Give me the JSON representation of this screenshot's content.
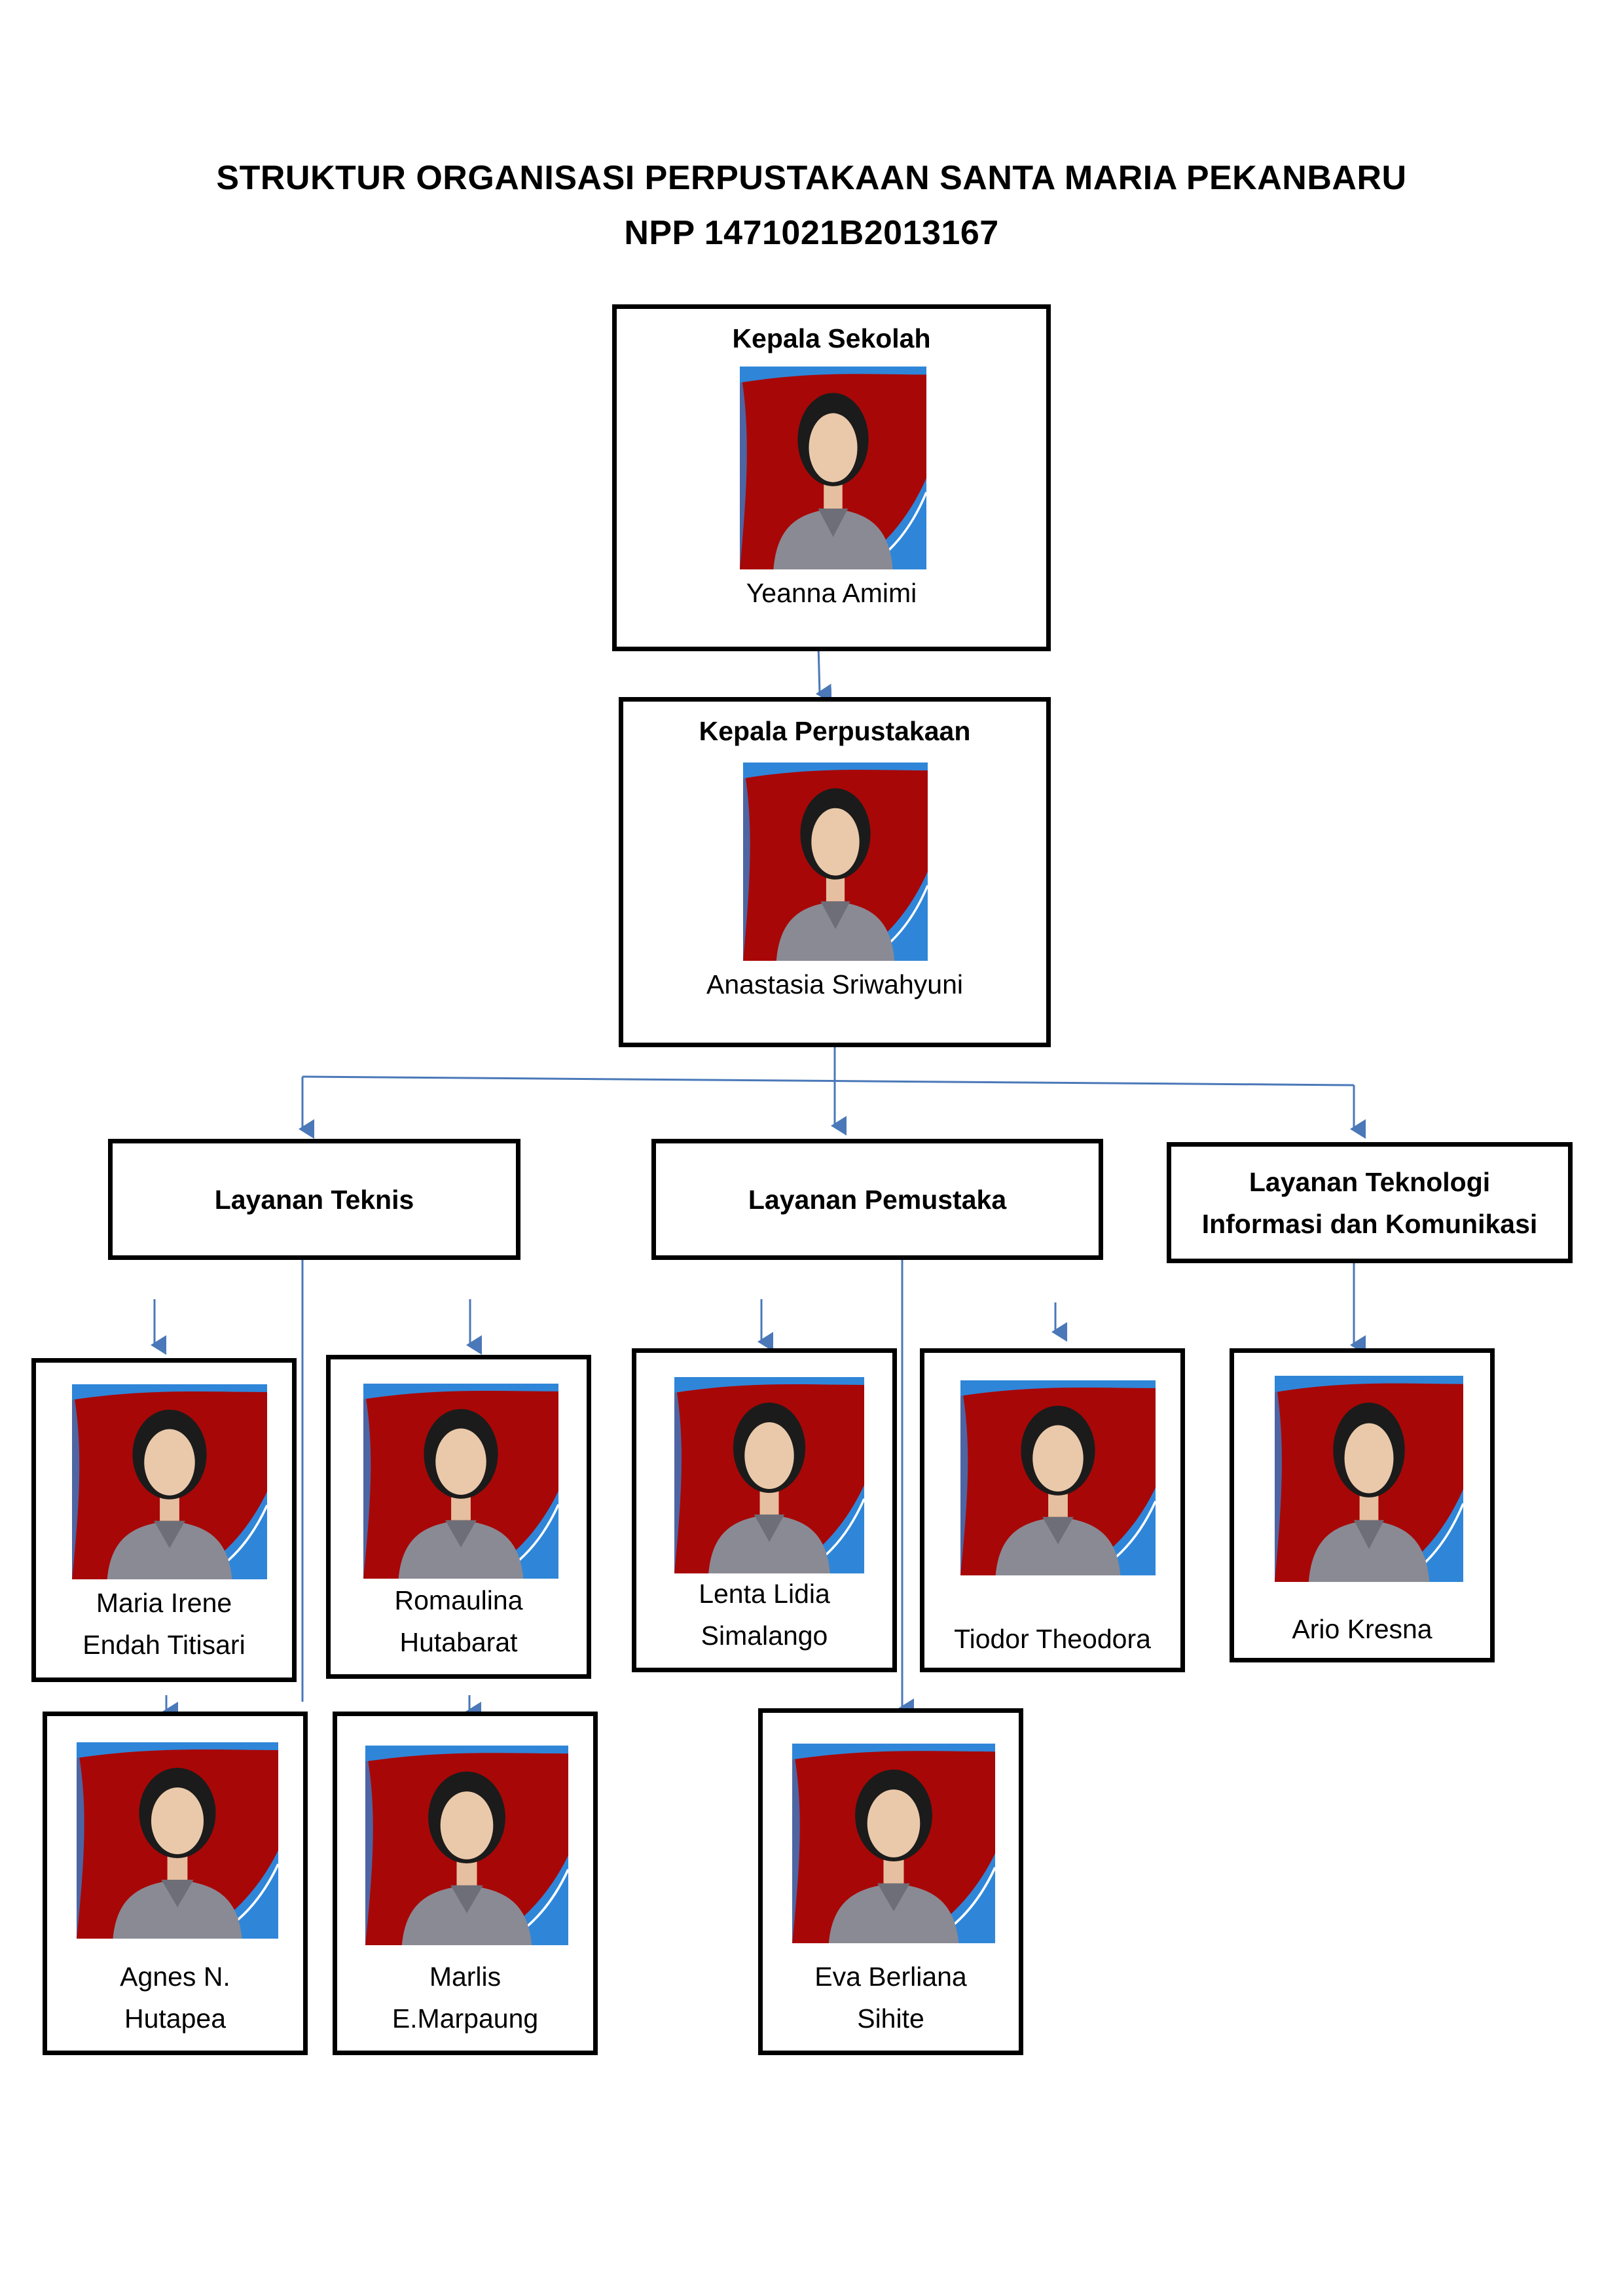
{
  "title": {
    "line1": "STRUKTUR ORGANISASI PERPUSTAKAAN SANTA MARIA PEKANBARU",
    "line2": "NPP 1471021B2013167"
  },
  "kepala_sekolah": {
    "label": "Kepala Sekolah",
    "name": "Yeanna Amimi"
  },
  "kepala_perpustakaan": {
    "label": "Kepala Perpustakaan",
    "name": "Anastasia Sriwahyuni"
  },
  "departments": {
    "teknis": "Layanan Teknis",
    "pemustaka": "Layanan Pemustaka",
    "tik_line1": "Layanan Teknologi",
    "tik_line2": "Informasi dan Komunikasi"
  },
  "staff": {
    "maria": {
      "line1": "Maria Irene",
      "line2": "Endah Titisari"
    },
    "romaulina": {
      "line1": "Romaulina",
      "line2": "Hutabarat"
    },
    "lenta": {
      "line1": "Lenta Lidia",
      "line2": "Simalango"
    },
    "tiodor": {
      "line1": "Tiodor Theodora"
    },
    "ario": {
      "line1": "Ario Kresna"
    },
    "agnes": {
      "line1": "Agnes N.",
      "line2": "Hutapea"
    },
    "marlis": {
      "line1": "Marlis",
      "line2": "E.Marpaung"
    },
    "eva": {
      "line1": "Eva Berliana",
      "line2": "Sihite"
    }
  },
  "colors": {
    "connector": "#4a78b8",
    "photo_background": "#a80707",
    "photo_swoosh": "#2f86d8",
    "uniform": "#8a8a94"
  }
}
